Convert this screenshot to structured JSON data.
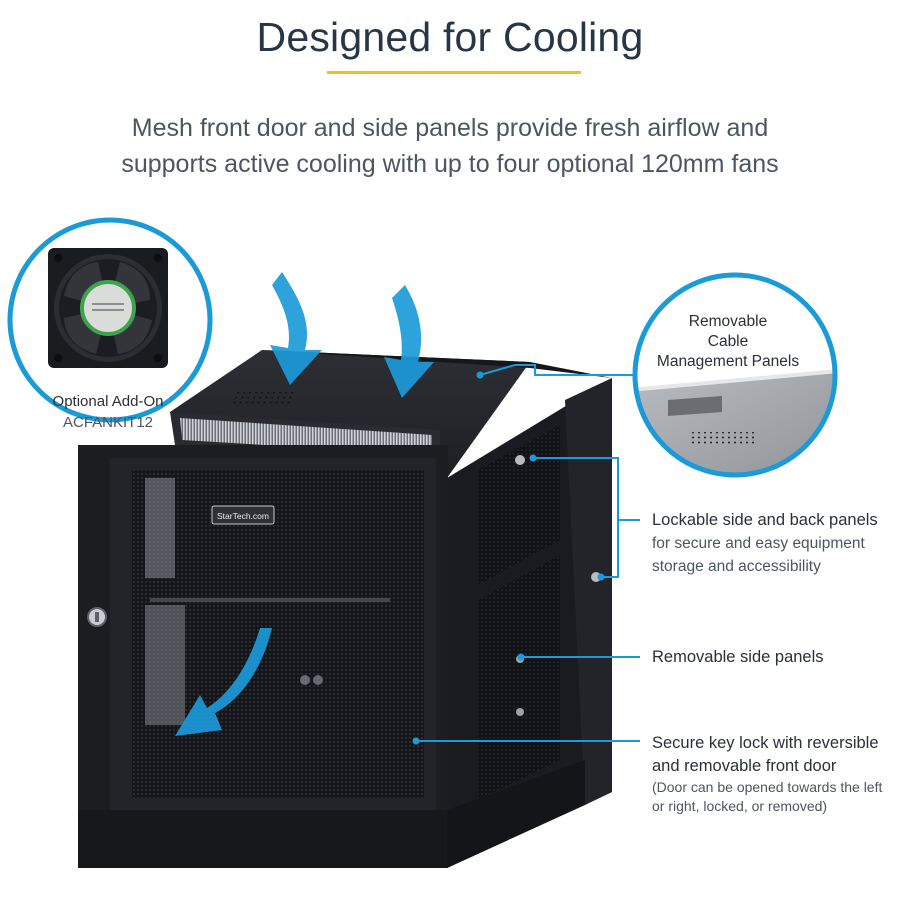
{
  "header": {
    "title": "Designed for Cooling",
    "subtitle_line1": "Mesh front door and side panels provide fresh airflow and",
    "subtitle_line2": "supports active cooling with up to four optional 120mm fans"
  },
  "fan_inset": {
    "caption_line1": "Optional Add-On",
    "caption_line2": "ACFANKIT12"
  },
  "cable_panel_inset": {
    "line1": "Removable",
    "line2": "Cable",
    "line3": "Management Panels"
  },
  "cabinet": {
    "brand_badge": "StarTech.com"
  },
  "features": [
    {
      "heading": "Lockable side and back panels",
      "desc_line1": "for secure and easy equipment",
      "desc_line2": "storage and accessibility"
    },
    {
      "heading": "Removable side panels"
    },
    {
      "heading_line1": "Secure key lock with reversible",
      "heading_line2": "and removable front door",
      "note_line1": "(Door can be opened towards the left",
      "note_line2": "or right, locked, or removed)"
    }
  ],
  "colors": {
    "accent_blue": "#1b9ad8",
    "underline_yellow": "#f2c01b",
    "title_navy": "#263647",
    "cabinet_black": "#1c1d21"
  }
}
